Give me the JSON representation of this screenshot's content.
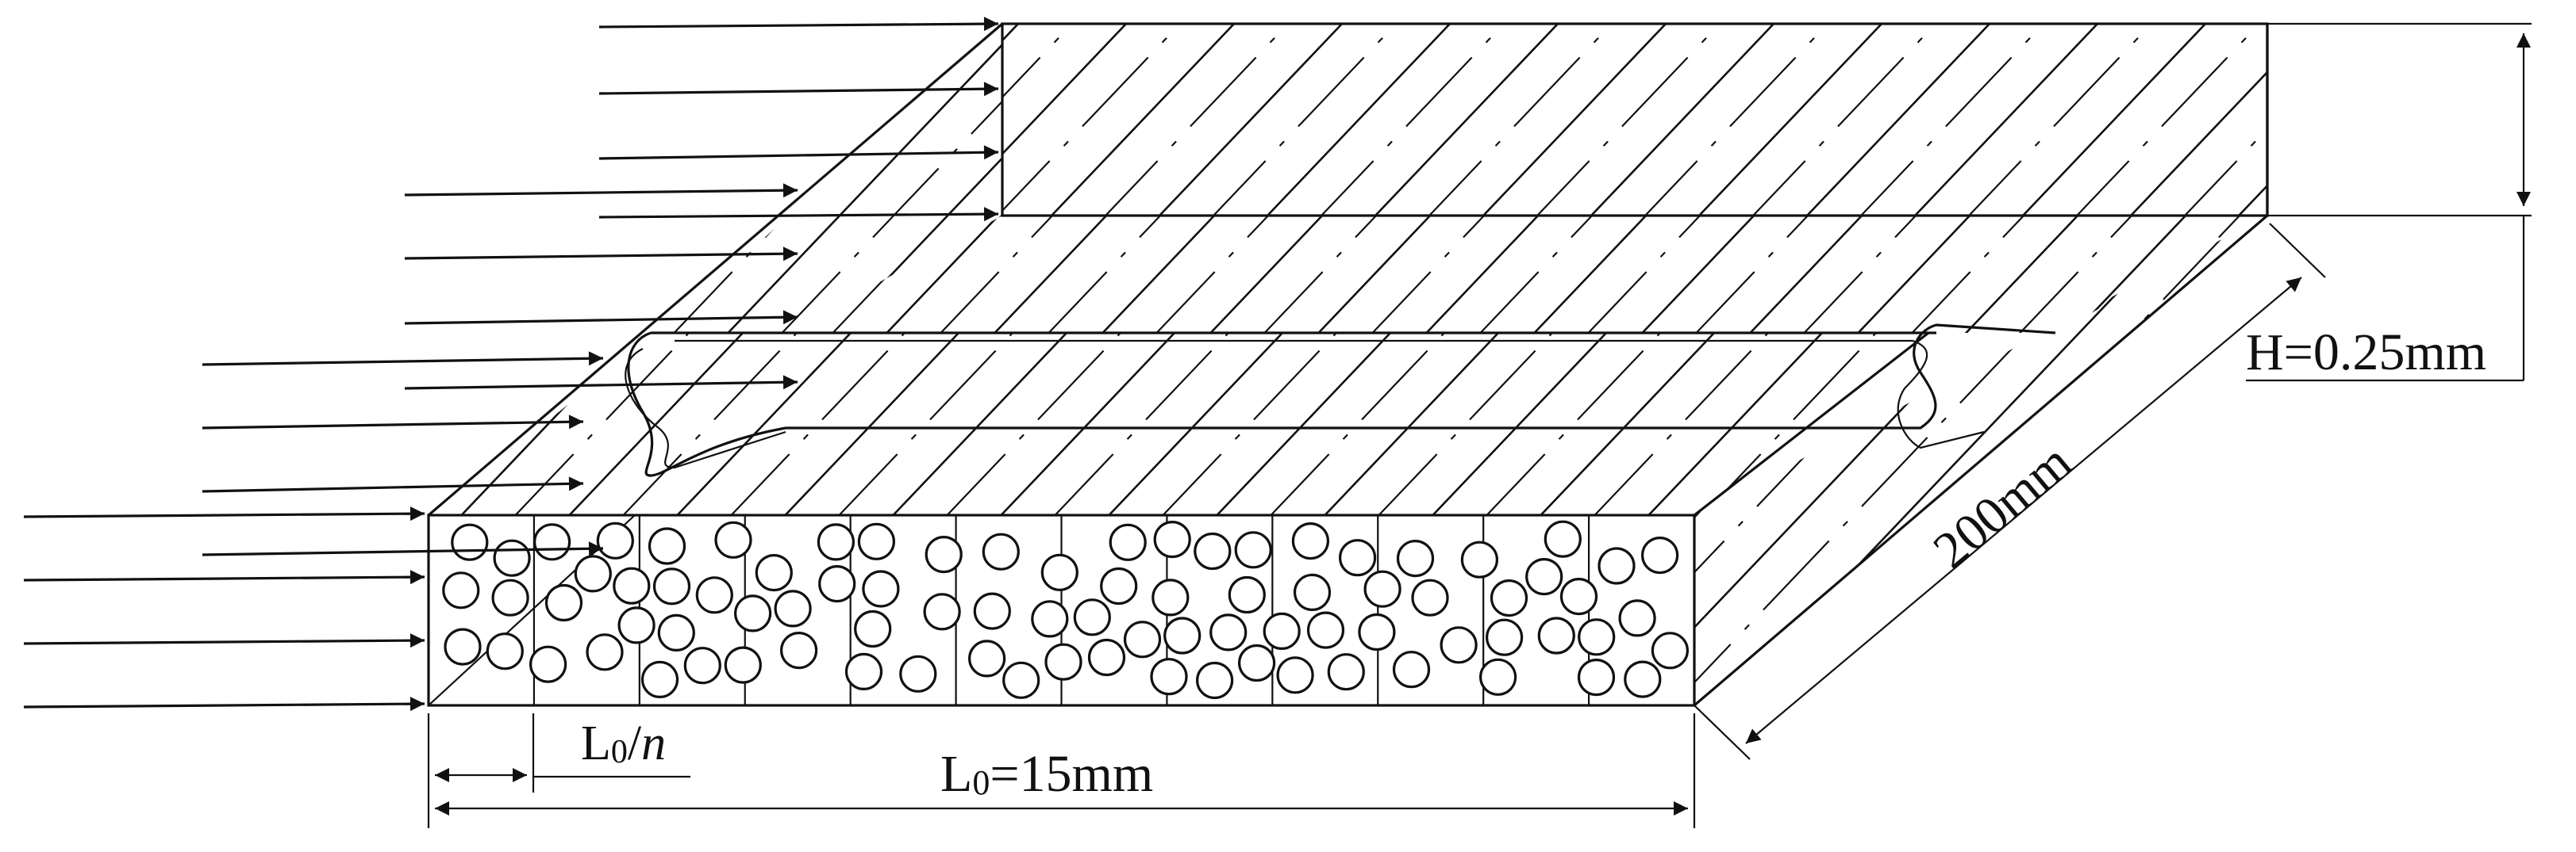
{
  "labels": {
    "thickness": "H=0.25mm",
    "width": "200mm",
    "total_length": "L",
    "total_length_sub": "0",
    "total_length_value": "=15mm",
    "segment_length": "L",
    "segment_length_sub": "0",
    "segment_length_tail": "/",
    "segment_length_n": "n"
  }
}
